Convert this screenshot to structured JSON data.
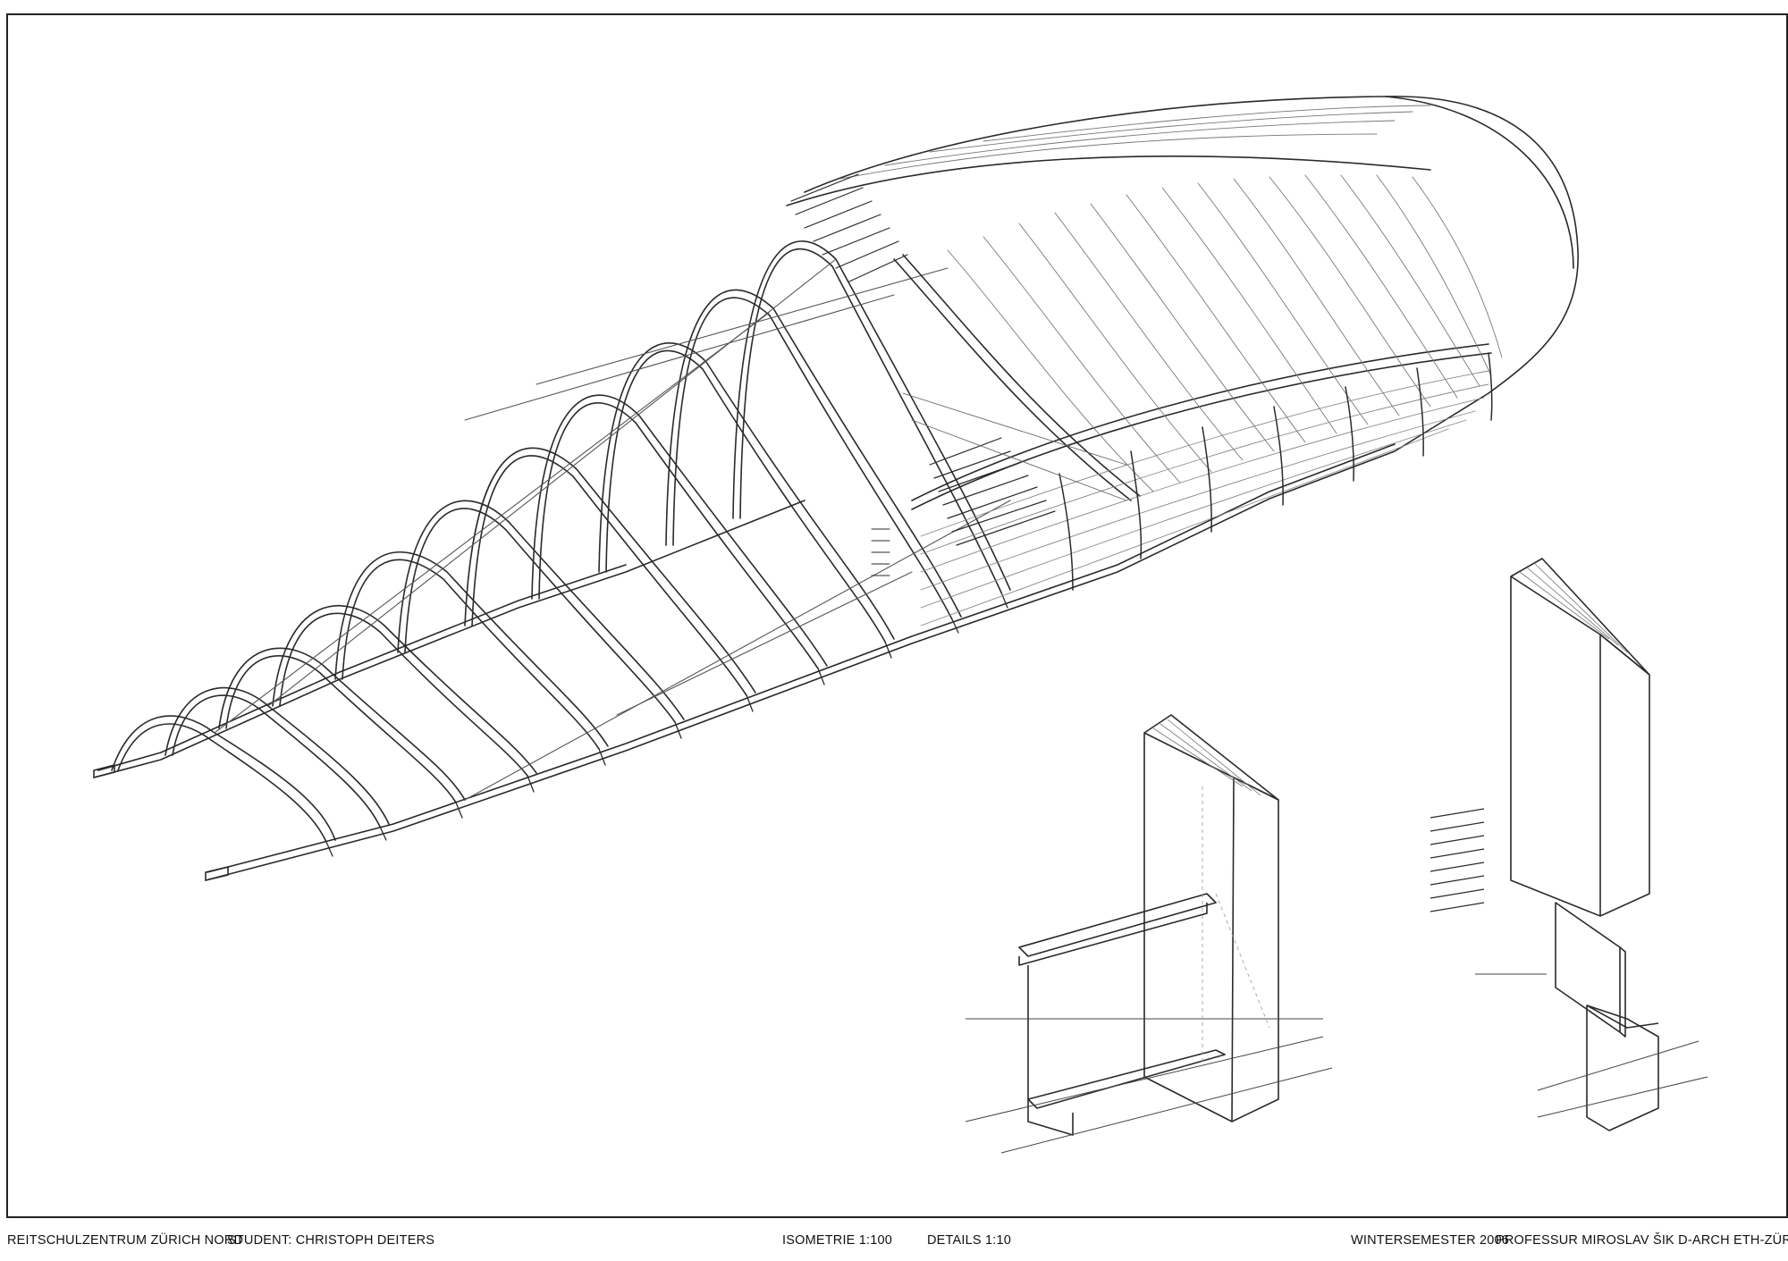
{
  "sheet": {
    "project": "REITSCHULZENTRUM ZÜRICH NORD",
    "student": "STUDENT:  CHRISTOPH DEITERS",
    "isometry": "ISOMETRIE  1:100",
    "details": "DETAILS  1:10",
    "semester": "WINTERSEMESTER  2006",
    "professor": "PROFESSUR MIROSLAV ŠIK D-ARCH ETH-ZÜRICH"
  },
  "colors": {
    "line": "#2a2a2a",
    "paper": "#ffffff",
    "light_line": "#8a8a8a"
  }
}
